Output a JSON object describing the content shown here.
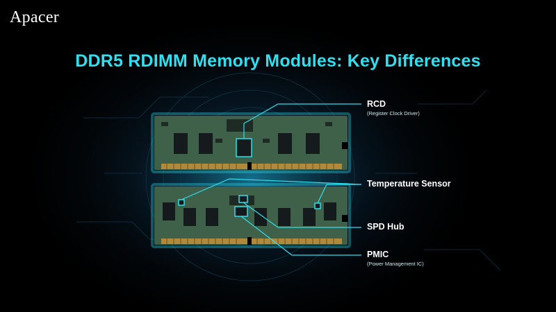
{
  "brand": {
    "logo_text": "Apacer"
  },
  "heading": {
    "title": "DDR5 RDIMM Memory Modules: Key Differences"
  },
  "callouts": {
    "rcd": {
      "label": "RCD",
      "sub": "(Register Clock Driver)"
    },
    "temp": {
      "label": "Temperature Sensor"
    },
    "spd": {
      "label": "SPD Hub"
    },
    "pmic": {
      "label": "PMIC",
      "sub": "(Power Management IC)"
    }
  },
  "colors": {
    "accent": "#2fe0f0",
    "background": "#000000",
    "pcb": "#3f6149",
    "chip": "#151a1c",
    "gold": "#b08a3a"
  }
}
